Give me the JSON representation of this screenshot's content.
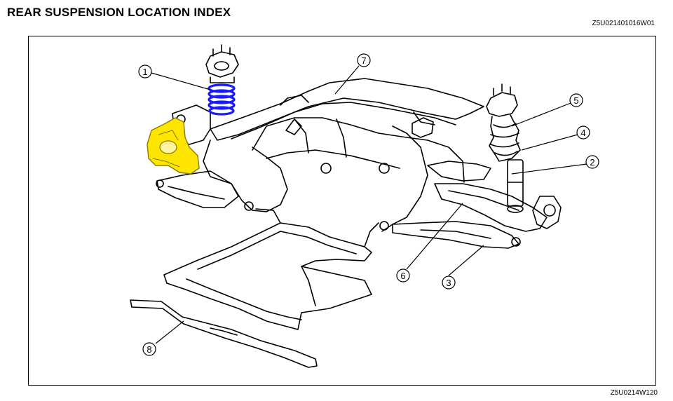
{
  "header": {
    "title": "REAR SUSPENSION LOCATION INDEX",
    "ref_top": "Z5U021401016W01"
  },
  "footer": {
    "ref_bottom": "Z5U0214W120"
  },
  "callouts": [
    "1",
    "2",
    "3",
    "4",
    "5",
    "6",
    "7",
    "8"
  ],
  "highlight_colors": {
    "coil_spring": "#1a1aff",
    "knuckle": "#ffe600"
  }
}
